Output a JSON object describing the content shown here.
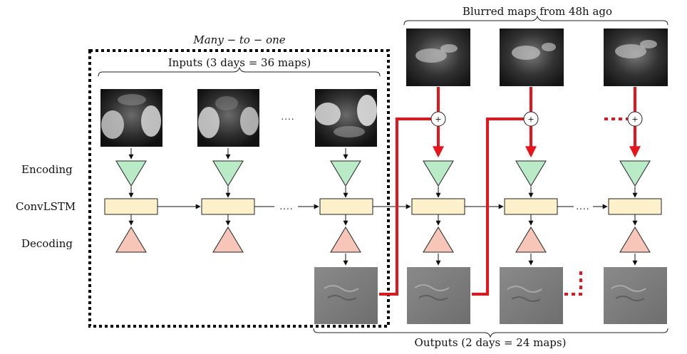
{
  "frame_label": "Many − to − one",
  "inputs_label": "Inputs (3 days = 36 maps)",
  "blurred_label": "Blurred maps from 48h ago",
  "outputs_label": "Outputs (2 days = 24 maps)",
  "row_labels": {
    "encoding": "Encoding",
    "convlstm": "ConvLSTM",
    "decoding": "Decoding"
  },
  "ellipsis": "....",
  "plus": "+",
  "colors": {
    "encoder": "#b9ecc6",
    "decoder": "#f8c6b8",
    "convlstm": "#fdf1cc",
    "residual": "#e8141b"
  }
}
